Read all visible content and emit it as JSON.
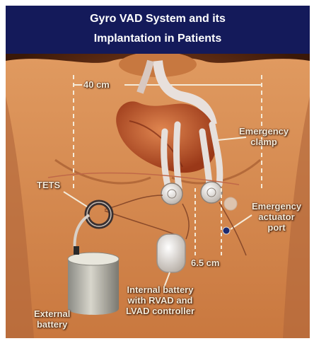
{
  "title": {
    "line1": "Gyro VAD System and its",
    "line2": "Implantation in Patients"
  },
  "labels": {
    "width_measure": "40 cm",
    "emergency_clamp": [
      "Emergency",
      "clamp"
    ],
    "tets": "TETS",
    "emergency_actuator_port": [
      "Emergency",
      "actuator",
      "port"
    ],
    "depth_measure": "6.5 cm",
    "internal_battery": [
      "Internal battery",
      "with RVAD and",
      "LVAD controller"
    ],
    "external_battery": [
      "External",
      "battery"
    ]
  },
  "colors": {
    "banner": "#141a5a",
    "skin": "#d8874e",
    "heart": "#c0552a",
    "label_text": "#f4ead8"
  }
}
